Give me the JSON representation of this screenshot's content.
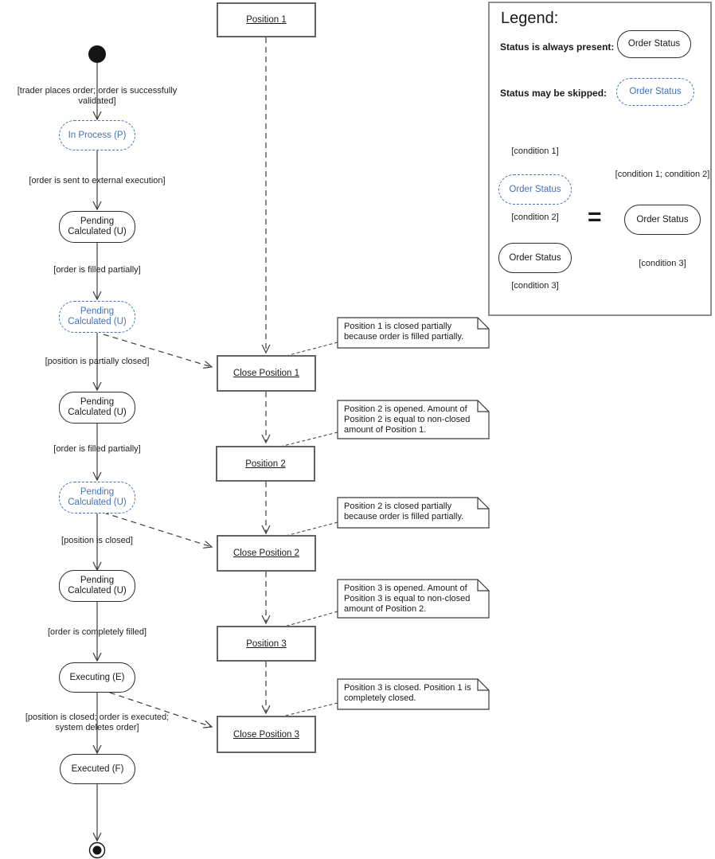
{
  "colors": {
    "skip_state_accent": "#4472b8",
    "line": "#3c3c3c",
    "action_border": "#636363"
  },
  "flow": {
    "guards": {
      "g1": "[trader places order; order is successfully validated]",
      "g2": "[order is sent to external execution]",
      "g3": "[order is filled partially]",
      "g4": "[position is partially closed]",
      "g5": "[order is filled partially]",
      "g6": "[position is closed]",
      "g7": "[order is completely filled]",
      "g8": "[position is closed; order is executed; system deletes order]"
    },
    "states": {
      "in_process": "In Process (P)",
      "pending_calculated": "Pending Calculated (U)",
      "executing": "Executing (E)",
      "executed": "Executed (F)"
    }
  },
  "actions": {
    "p1": "Position 1",
    "cp1": "Close Position 1",
    "p2": "Position 2",
    "cp2": "Close Position 2",
    "p3": "Position 3",
    "cp3": "Close Position 3"
  },
  "notes": {
    "n1": "Position 1 is closed partially because order is filled partially.",
    "n2": "Position 2 is opened. Amount of Position 2 is equal to non-closed amount of Position 1.",
    "n3": "Position 2 is closed partially because order is filled partially.",
    "n4": "Position 3 is opened. Amount of Position 3 is equal to non-closed amount of Position 2.",
    "n5": "Position 3 is closed. Position 1 is completely closed."
  },
  "legend": {
    "title": "Legend:",
    "always_label": "Status is always present:",
    "skipped_label": "Status may be skipped:",
    "state_label": "Order Status",
    "equals": "=",
    "cond1": "[condition 1]",
    "cond2": "[condition 2]",
    "cond3": "[condition 3]",
    "cond12": "[condition 1; condition 2]"
  }
}
